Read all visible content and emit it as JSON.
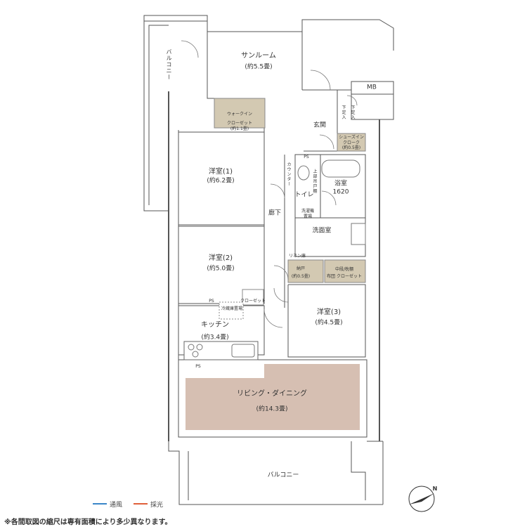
{
  "rooms": {
    "sunroom": {
      "name": "サンルーム",
      "size": "(約5.5畳)"
    },
    "western1": {
      "name": "洋室(1)",
      "size": "(約6.2畳)"
    },
    "western2": {
      "name": "洋室(2)",
      "size": "(約5.0畳)"
    },
    "western3": {
      "name": "洋室(3)",
      "size": "(約4.5畳)"
    },
    "kitchen": {
      "name": "キッチン",
      "size": "(約3.4畳)"
    },
    "living": {
      "name": "リビング・ダイニング",
      "size": "(約14.3畳)"
    },
    "bath": {
      "name": "浴室",
      "size": "1620"
    },
    "toilet": {
      "name": "トイレ"
    },
    "hallway": {
      "name": "廊下"
    },
    "washroom": {
      "name": "洗面室"
    },
    "entrance": {
      "name": "玄関"
    },
    "mb": {
      "name": "MB"
    },
    "balcony_top": {
      "name": "バルコニー"
    },
    "balcony_bottom": {
      "name": "バルコニー"
    }
  },
  "storage": {
    "walkin_title": "ウォークイン",
    "walkin_sub": "クローゼット",
    "walkin_size": "(約1.1畳)",
    "shoes_title": "シューズイン",
    "shoes_sub": "クローク",
    "shoes_size": "(約0.5畳)",
    "nando": "納戸",
    "nando_size": "(約0.5畳)",
    "linen": "リネン庫",
    "closet_mid": "中段/枕棚",
    "closet_low": "布団 クローゼット",
    "closet_w2": "クローゼット",
    "fridge": "冷蔵庫置場",
    "washer_1": "洗濯機",
    "washer_2": "置場",
    "counter": "カウンター",
    "upper_cab": "上部吊戸棚",
    "shoe_rack_1": "下足入",
    "shoe_rack_2": "下足入",
    "ps": "PS"
  },
  "legend": {
    "wind": "通風",
    "light": "採光"
  },
  "colors": {
    "wind": "#3a86c8",
    "light": "#e0603a",
    "living_floor": "#d6bfb2",
    "storage_fill": "#d3c9b2",
    "wall": "#555555"
  },
  "footnote": "※各間取図の縮尺は専有面積により多少異なります。",
  "compass": "N"
}
